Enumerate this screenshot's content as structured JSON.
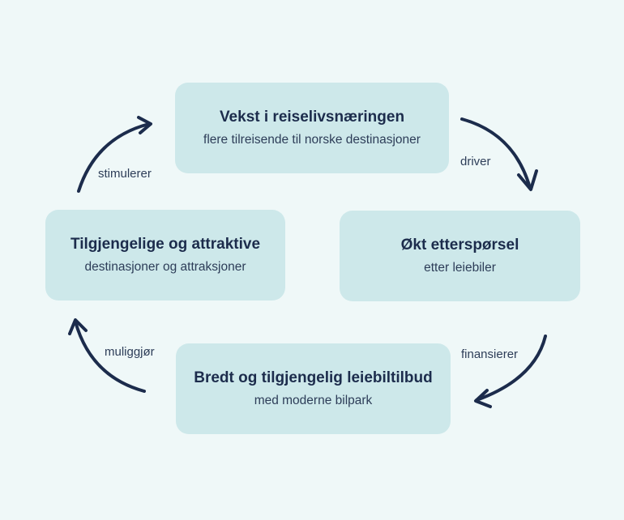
{
  "nodes": {
    "top": {
      "title": "Vekst i reiselivsnæringen",
      "subtitle": "flere tilreisende til norske destinasjoner"
    },
    "right": {
      "title": "Økt etterspørsel",
      "subtitle": "etter leiebiler"
    },
    "bottom": {
      "title": "Bredt og tilgjengelig leiebiltilbud",
      "subtitle": "med moderne bilpark"
    },
    "left": {
      "title": "Tilgjengelige og attraktive",
      "subtitle": "destinasjoner og attraksjoner"
    }
  },
  "edges": {
    "top_to_right": {
      "label": "driver"
    },
    "right_to_bottom": {
      "label": "finansierer"
    },
    "bottom_to_left": {
      "label": "muliggjør"
    },
    "left_to_top": {
      "label": "stimulerer"
    }
  },
  "colors": {
    "background": "#eff8f8",
    "box_fill": "#cde8ea",
    "arrow": "#1c2c4c",
    "text": "#1c2c4c"
  }
}
